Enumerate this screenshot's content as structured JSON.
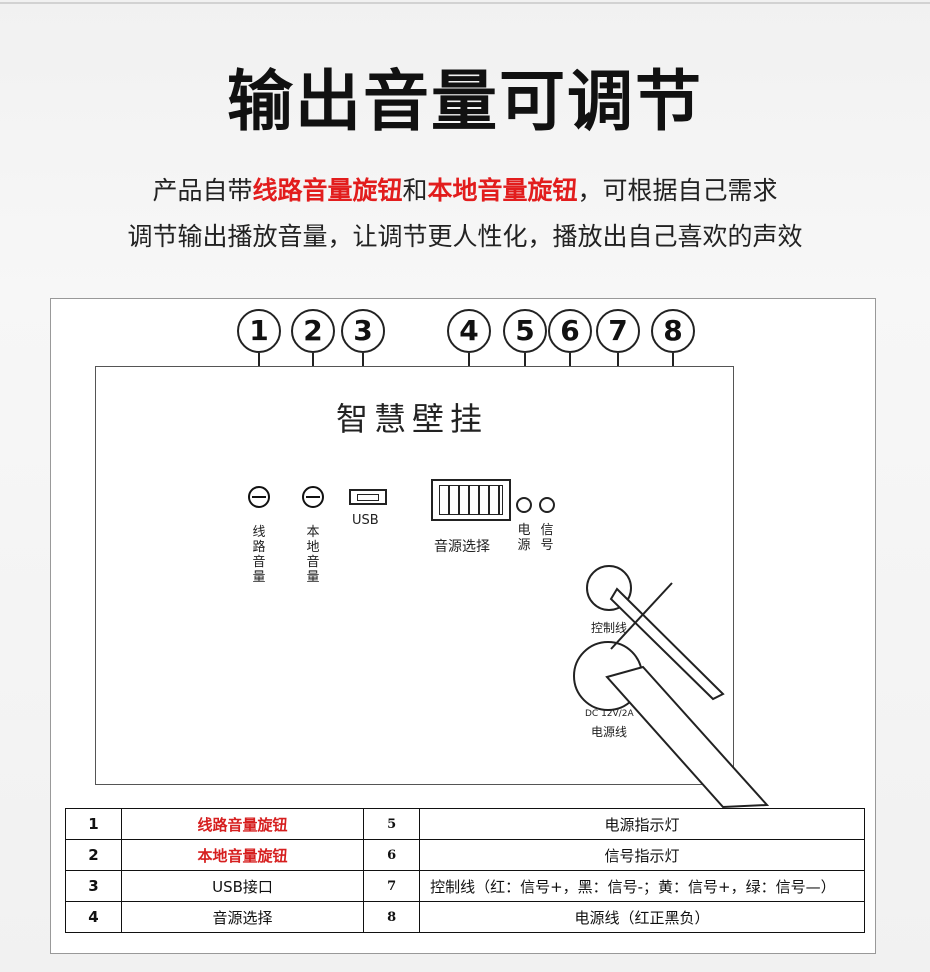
{
  "title": "输出音量可调节",
  "description": {
    "line1_prefix": "产品自带",
    "line1_red1": "线路音量旋钮",
    "line1_mid": "和",
    "line1_red2": "本地音量旋钮",
    "line1_suffix": "，可根据自己需求",
    "line2": "调节输出播放音量，让调节更人性化，播放出自己喜欢的声效"
  },
  "diagram": {
    "callouts": [
      "1",
      "2",
      "3",
      "4",
      "5",
      "6",
      "7",
      "8"
    ],
    "panel_title": "智慧壁挂",
    "labels": {
      "line_volume": "线路音量",
      "local_volume": "本地音量",
      "usb": "USB",
      "source_select": "音源选择",
      "power_led": "电源",
      "signal_led": "信号",
      "control_line": "控制线",
      "dc_spec": "DC  12V/2A",
      "power_line": "电源线"
    }
  },
  "table": {
    "rows": [
      {
        "n1": "1",
        "v1": "线路音量旋钮",
        "red1": true,
        "n2": "5",
        "v2": "电源指示灯"
      },
      {
        "n1": "2",
        "v1": "本地音量旋钮",
        "red1": true,
        "n2": "6",
        "v2": "信号指示灯"
      },
      {
        "n1": "3",
        "v1": "USB接口",
        "red1": false,
        "n2": "7",
        "v2": "控制线（红：信号+，黑：信号-；黄：信号+，绿：信号—）"
      },
      {
        "n1": "4",
        "v1": "音源选择",
        "red1": false,
        "n2": "8",
        "v2": "电源线（红正黑负）"
      }
    ]
  },
  "colors": {
    "accent_red": "#e21d1d",
    "text": "#111111",
    "background": "#f3f3f3"
  }
}
